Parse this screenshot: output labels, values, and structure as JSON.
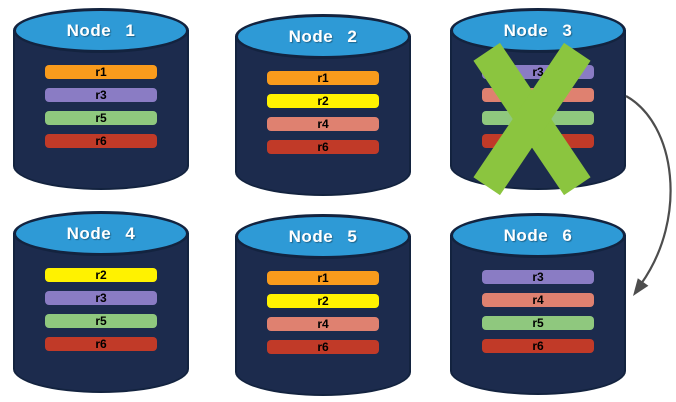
{
  "theme": {
    "bg": "#FFFFFF",
    "cyl-body": "#1C2B4D",
    "cyl-top": "#2E9AD6",
    "cyl-outline": "#13233F",
    "x-green": "#8BC53F",
    "arrow": "#4D4D4D",
    "title-text": "#FFFFFF",
    "bar-text": "#000000"
  },
  "replica_palette": {
    "r1": "#F99B1C",
    "r2": "#FFF200",
    "r3": "#8A7CC4",
    "r4": "#DF8170",
    "r5": "#8FC87E",
    "r6": "#C13A28"
  },
  "nodes": [
    {
      "title": "Node 1",
      "failed": false,
      "replicas": [
        {
          "label": "r1",
          "color": "#F99B1C"
        },
        {
          "label": "r3",
          "color": "#8A7CC4"
        },
        {
          "label": "r5",
          "color": "#8FC87E"
        },
        {
          "label": "r6",
          "color": "#C13A28"
        }
      ]
    },
    {
      "title": "Node 2",
      "failed": false,
      "replicas": [
        {
          "label": "r1",
          "color": "#F99B1C"
        },
        {
          "label": "r2",
          "color": "#FFF200"
        },
        {
          "label": "r4",
          "color": "#DF8170"
        },
        {
          "label": "r6",
          "color": "#C13A28"
        }
      ]
    },
    {
      "title": "Node 3",
      "failed": true,
      "replicas": [
        {
          "label": "r3",
          "color": "#8A7CC4"
        },
        {
          "label": "r4",
          "color": "#DF8170"
        },
        {
          "label": "r5",
          "color": "#8FC87E"
        },
        {
          "label": "r6",
          "color": "#C13A28"
        }
      ]
    },
    {
      "title": "Node 4",
      "failed": false,
      "replicas": [
        {
          "label": "r2",
          "color": "#FFF200"
        },
        {
          "label": "r3",
          "color": "#8A7CC4"
        },
        {
          "label": "r5",
          "color": "#8FC87E"
        },
        {
          "label": "r6",
          "color": "#C13A28"
        }
      ]
    },
    {
      "title": "Node 5",
      "failed": false,
      "replicas": [
        {
          "label": "r1",
          "color": "#F99B1C"
        },
        {
          "label": "r2",
          "color": "#FFF200"
        },
        {
          "label": "r4",
          "color": "#DF8170"
        },
        {
          "label": "r6",
          "color": "#C13A28"
        }
      ]
    },
    {
      "title": "Node 6",
      "failed": false,
      "replicas": [
        {
          "label": "r3",
          "color": "#8A7CC4"
        },
        {
          "label": "r4",
          "color": "#DF8170"
        },
        {
          "label": "r5",
          "color": "#8FC87E"
        },
        {
          "label": "r6",
          "color": "#C13A28"
        }
      ]
    }
  ],
  "failure": {
    "symbol": "X",
    "node": "Node 3"
  },
  "arrow": {
    "from": "Node 3",
    "to": "Node 6"
  }
}
